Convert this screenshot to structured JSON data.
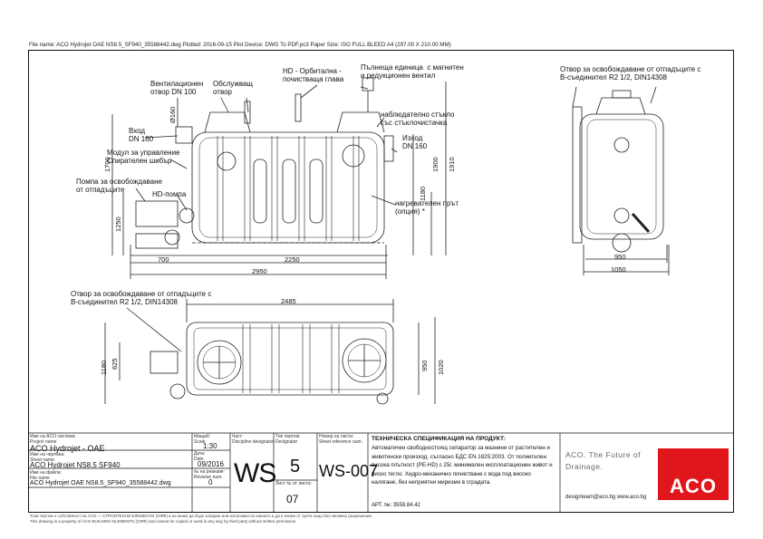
{
  "plot_info": "File name: ACO Hydrojet OAE NS8.5_SF940_35588442.dwg   Plotted: 2016-09-15   Plot Device: DWG To PDF.pc3   Paper Size: ISO FULL BLEED A4 (297.00 X 210.00 MM)",
  "labels": {
    "vent": "Вентилационен\nотвор DN 100",
    "service": "Обслужващ\nотвор",
    "hd_head": "HD - Орбитална -\nпочистваща глава",
    "fill_unit": "Пълнеща единица  с магнитен\nи редукционен вентил",
    "outlet_right": "Отвор за освобождаване от отпадъците с\nB-съединител R2 1/2, DIN14308",
    "inlet": "Вход\nDN 160",
    "control": "Модул за управление\nСпирателен шибър",
    "pump": "Помпа за освобождаване\nот отпадъците",
    "hd_pump": "HD-помпа",
    "sight_glass": "наблюдателно стъкло\nсъс стъклочистачка",
    "outlet": "Изход\nDN 160",
    "heater": "нагревателен прът\n(опция) *",
    "outlet_bottom": "Отвор за освобождаване от отпадъците с\nB-съединител R2 1/2, DIN14308"
  },
  "dimensions": {
    "d160": "Ø160",
    "h1700": "1700",
    "h1250": "1250",
    "h1180": "1180",
    "h1900": "1900",
    "h1910": "1910",
    "w700": "700",
    "w2250": "2250",
    "w2950": "2950",
    "w950": "950",
    "w1050": "1050",
    "w2485": "2485",
    "h625": "625",
    "h1180b": "1180",
    "h950": "950",
    "h1020": "1020"
  },
  "title_block": {
    "project_label": "Име на ACO система:\nProject name",
    "project": "ACO Hydrojet - OAE",
    "sheet_label": "Име на чертежа:\nSheet name",
    "sheet": "ACO Hydrojet NS8.5 SF940",
    "file_label": "Име на файла:\nFile name",
    "file": "ACO Hydrojet OAE NS8.5_SF940_35588442.dwg",
    "scale_label": "Мащаб:\nScale",
    "scale": "1:30",
    "date_label": "Дата:\nDate",
    "date": "09/2016",
    "rev_label": "№ на ревизия:\nRevision num.",
    "rev": "0",
    "discipline_label": "Част:\nDiscipline designator",
    "discipline": "WS",
    "type_label": "Тип чертеж:\nDesignator",
    "type": "5",
    "sheet_no_label": "Лист № от листа:",
    "sheet_no": "07",
    "ref_label": "Номер на листа:\nSheet reference num.",
    "ref": "WS-007",
    "spec_title": "ТЕХНИЧЕСКА СПЕЦИФИКАЦИЯ НА ПРОДУКТ:",
    "spec_text": "Автоматичен свободностоящ сепаратор за мазнини от растителен и животински произход, съгласно БДС EN 1825:2003. От полиетилен висока плътност (PE-HD) с 25г. минимален експлоатационен живот и ниско тегло. Хидро-механично почистване с вода под високо налягане, без неприятни миризми в сградата.",
    "article": "АРТ. №: 3558.84.42",
    "tagline": "ACO. The Future of\nDrainage.",
    "contact": "designteam@aco.bg   www.aco.bg",
    "logo": "ACO",
    "footer1": "This drawing is a property of ACO BUILDING ELEMENTS (ОФФ) and cannot be copied or used in any way by third party without written permission.",
    "footer0": "Този чертеж е собственост на ACO — СТРОИТЕЛНИ ЕЛЕМЕНТИ (ОФФ) и не може да бъде копиран или използван по какъвто и да е начин от трети лица без писмено разрешение."
  }
}
